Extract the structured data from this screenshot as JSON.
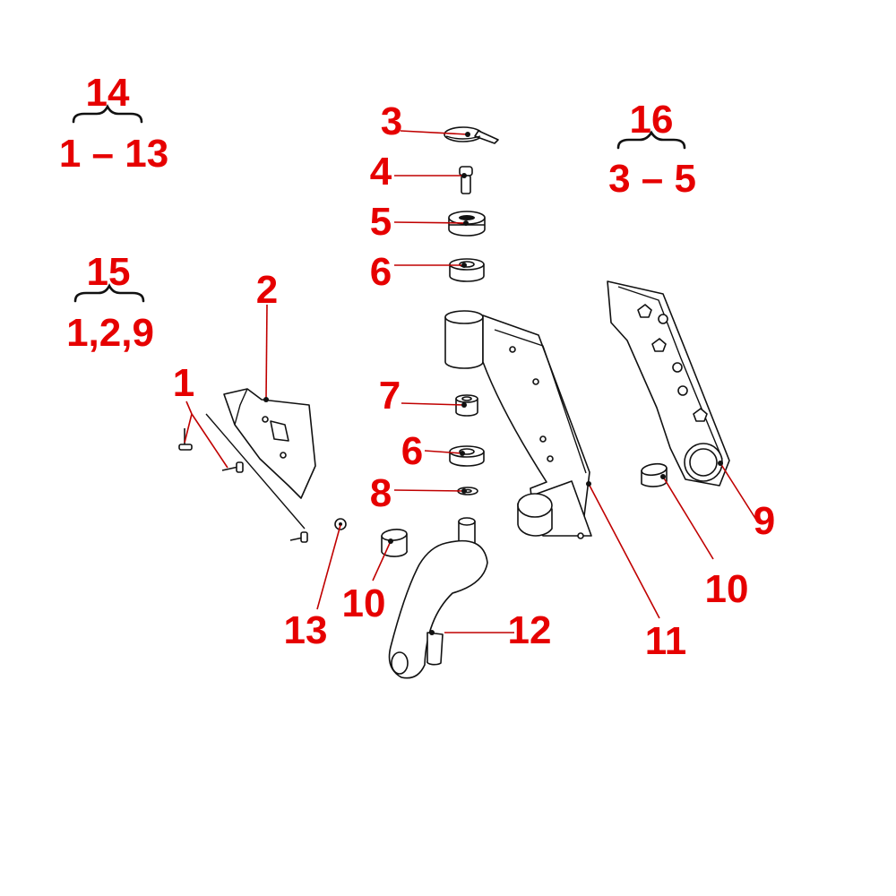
{
  "groups": [
    {
      "number": "14",
      "range": "1 – 13"
    },
    {
      "number": "16",
      "range": "3 – 5"
    },
    {
      "number": "15",
      "range": "1,2,9"
    }
  ],
  "callouts": {
    "c1": "1",
    "c2": "2",
    "c3": "3",
    "c4": "4",
    "c5": "5",
    "c6a": "6",
    "c6b": "6",
    "c7": "7",
    "c8": "8",
    "c9": "9",
    "c10a": "10",
    "c10b": "10",
    "c11": "11",
    "c12": "12",
    "c13": "13"
  },
  "colors": {
    "callout": "#e60000",
    "leader": "#c00000",
    "outline": "#111111"
  }
}
